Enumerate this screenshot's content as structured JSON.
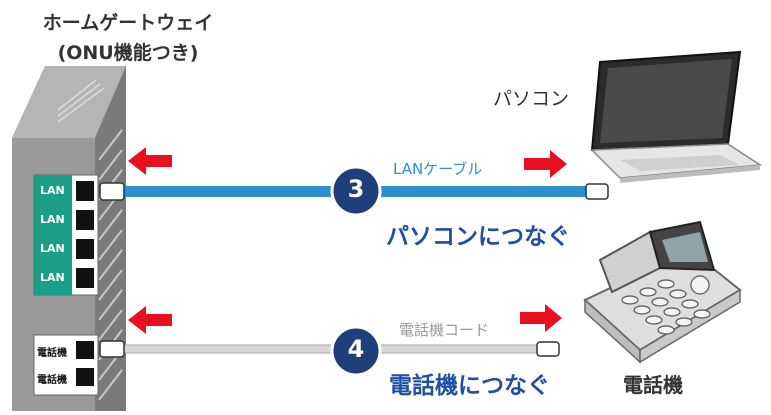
{
  "gateway": {
    "title_line1": "ホームゲートウェイ",
    "title_line2": "(ONU機能つき)"
  },
  "lan_ports": [
    "LAN",
    "LAN",
    "LAN",
    "LAN"
  ],
  "tel_ports": [
    "電話機",
    "電話機"
  ],
  "pc": {
    "label": "パソコン"
  },
  "phone": {
    "label": "電話機"
  },
  "step3": {
    "number": "3",
    "cable_label": "LANケーブル",
    "title": "パソコンにつなぐ"
  },
  "step4": {
    "number": "4",
    "cable_label": "電話機コード",
    "title": "電話機につなぐ"
  },
  "colors": {
    "lan_cable": "#2d8fce",
    "tel_cable": "#d8d8d8",
    "arrow": "#e8101e",
    "step_circle": "#1f3f7a",
    "lan_panel": "#1b9f87"
  }
}
